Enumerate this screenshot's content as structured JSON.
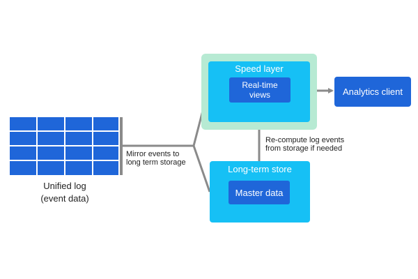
{
  "log": {
    "caption_line1": "Unified log",
    "caption_line2": "(event data)"
  },
  "mirror_label": {
    "line1": "Mirror events to",
    "line2": "long term storage"
  },
  "speed_layer": {
    "title": "Speed layer",
    "realtime_line1": "Real-time",
    "realtime_line2": "views"
  },
  "analytics_client": {
    "label": "Analytics client"
  },
  "recompute_label": {
    "line1": "Re-compute log events",
    "line2": "from storage if needed"
  },
  "long_term_store": {
    "title": "Long-term store",
    "master_label": "Master data"
  },
  "colors": {
    "grid_cell": "#1f66d9",
    "speed_outer": "#b7ead3",
    "speed_inner": "#16c0f5",
    "dark_box": "#1f66d9",
    "connector": "#8a8a8a"
  }
}
